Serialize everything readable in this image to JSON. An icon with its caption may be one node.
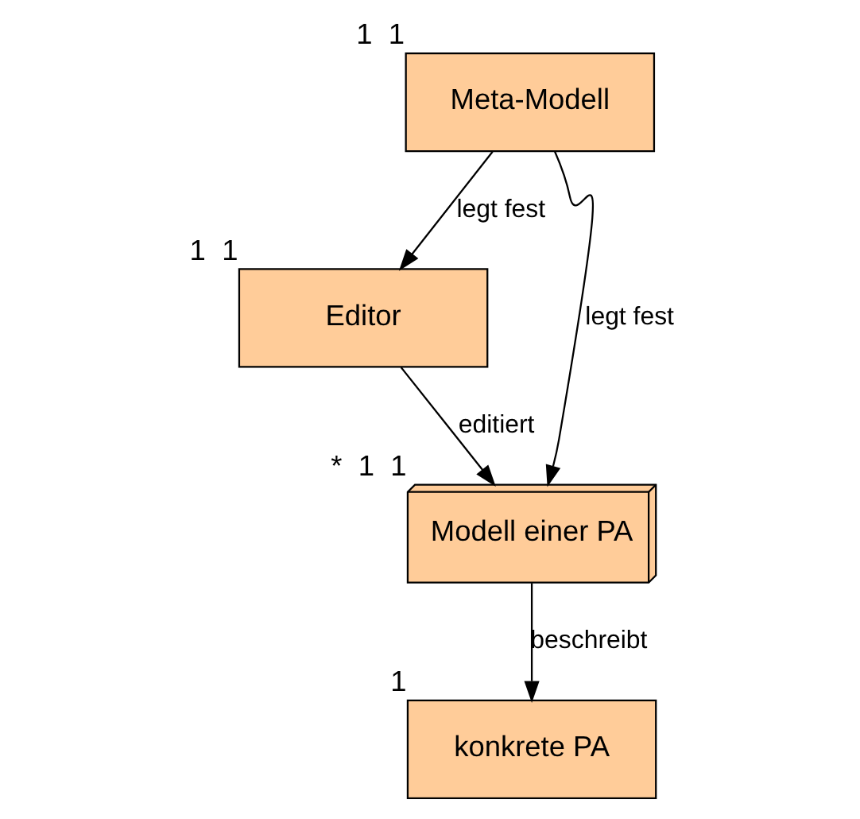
{
  "diagram": {
    "nodes": [
      {
        "text": [
          "Meta-Modell"
        ],
        "beside": [
          "1",
          "1"
        ]
      },
      {
        "text": [
          "Editor"
        ],
        "beside": [
          "1",
          "1"
        ]
      },
      {
        "text": [
          "Modell einer PA"
        ],
        "beside": [
          "*",
          "1",
          "1"
        ]
      },
      {
        "text": [
          "konkrete PA"
        ],
        "beside": [
          "1"
        ]
      }
    ],
    "edges": [
      {
        "from": 0,
        "to": 1,
        "arrow": "to",
        "label": "legt fest"
      },
      {
        "from": 0,
        "to": 2,
        "arrow": "to",
        "label": "legt fest"
      },
      {
        "from": 1,
        "to": 2,
        "arrow": "to",
        "label": "editiert"
      },
      {
        "from": 2,
        "to": 3,
        "arrow": "to",
        "label": "beschreibt"
      }
    ]
  }
}
